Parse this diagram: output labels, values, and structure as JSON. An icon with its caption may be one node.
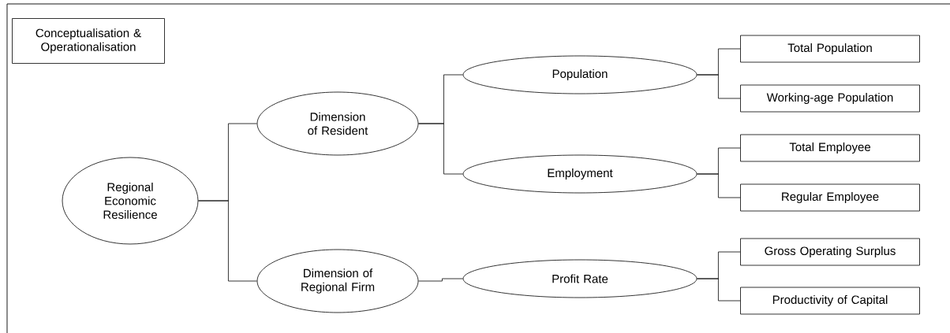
{
  "diagram": {
    "nodes": [
      {
        "text": [
          "Conceptualisation & Operationalisation"
        ]
      },
      {
        "text": [
          "Regional Economic Resilience"
        ]
      },
      {
        "text": [
          "Dimension of Resident"
        ]
      },
      {
        "text": [
          "Dimension of Regional Firm"
        ]
      },
      {
        "text": [
          "Population"
        ]
      },
      {
        "text": [
          "Employment"
        ]
      },
      {
        "text": [
          "Profit Rate"
        ]
      },
      {
        "text": [
          "Total Population"
        ]
      },
      {
        "text": [
          "Working-age Population"
        ]
      },
      {
        "text": [
          "Total Employee"
        ]
      },
      {
        "text": [
          "Regular Employee"
        ]
      },
      {
        "text": [
          "Gross Operating Surplus"
        ]
      },
      {
        "text": [
          "Productivity of Capital"
        ]
      }
    ],
    "edges": [
      {
        "from": 1,
        "to": 2,
        "arrow": "none"
      },
      {
        "from": 1,
        "to": 3,
        "arrow": "none"
      },
      {
        "from": 2,
        "to": 4,
        "arrow": "none"
      },
      {
        "from": 2,
        "to": 5,
        "arrow": "none"
      },
      {
        "from": 3,
        "to": 6,
        "arrow": "none"
      },
      {
        "from": 4,
        "to": 7,
        "arrow": "none"
      },
      {
        "from": 4,
        "to": 8,
        "arrow": "none"
      },
      {
        "from": 5,
        "to": 9,
        "arrow": "none"
      },
      {
        "from": 5,
        "to": 10,
        "arrow": "none"
      },
      {
        "from": 6,
        "to": 11,
        "arrow": "none"
      },
      {
        "from": 6,
        "to": 12,
        "arrow": "none"
      }
    ]
  }
}
